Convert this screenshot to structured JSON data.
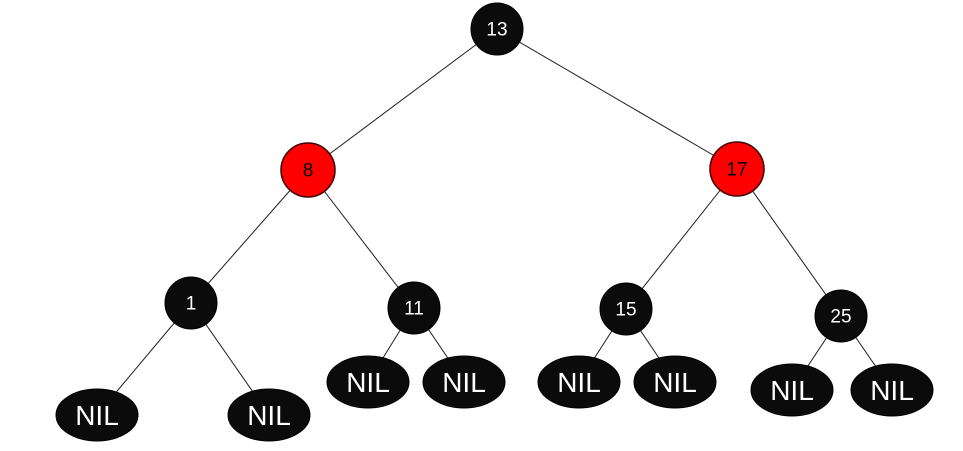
{
  "diagram": {
    "type": "red-black-tree",
    "background": "#ffffff",
    "colors": {
      "black_node_fill": "#0b0b0b",
      "red_node_fill": "#fe0000",
      "edge": "#1c1c1c",
      "label_on_black": "#ffffff",
      "label_on_red": "#000000"
    },
    "nodes": [
      {
        "label": "13",
        "color": "black",
        "parent": null,
        "side": "root"
      },
      {
        "label": "8",
        "color": "red",
        "parent": "13",
        "side": "left"
      },
      {
        "label": "17",
        "color": "red",
        "parent": "13",
        "side": "right"
      },
      {
        "label": "1",
        "color": "black",
        "parent": "8",
        "side": "left"
      },
      {
        "label": "11",
        "color": "black",
        "parent": "8",
        "side": "right"
      },
      {
        "label": "15",
        "color": "black",
        "parent": "17",
        "side": "left"
      },
      {
        "label": "25",
        "color": "black",
        "parent": "17",
        "side": "right"
      }
    ],
    "nil_nodes": [
      {
        "label": "NIL",
        "parent": "1",
        "side": "left"
      },
      {
        "label": "NIL",
        "parent": "1",
        "side": "right"
      },
      {
        "label": "NIL",
        "parent": "11",
        "side": "left"
      },
      {
        "label": "NIL",
        "parent": "11",
        "side": "right"
      },
      {
        "label": "NIL",
        "parent": "15",
        "side": "left"
      },
      {
        "label": "NIL",
        "parent": "15",
        "side": "right"
      },
      {
        "label": "NIL",
        "parent": "25",
        "side": "left"
      },
      {
        "label": "NIL",
        "parent": "25",
        "side": "right"
      }
    ],
    "edges": [
      [
        "13",
        "8"
      ],
      [
        "13",
        "17"
      ],
      [
        "8",
        "1"
      ],
      [
        "8",
        "11"
      ],
      [
        "17",
        "15"
      ],
      [
        "17",
        "25"
      ],
      [
        "1",
        "NIL"
      ],
      [
        "1",
        "NIL"
      ],
      [
        "11",
        "NIL"
      ],
      [
        "11",
        "NIL"
      ],
      [
        "15",
        "NIL"
      ],
      [
        "15",
        "NIL"
      ],
      [
        "25",
        "NIL"
      ],
      [
        "25",
        "NIL"
      ]
    ]
  }
}
